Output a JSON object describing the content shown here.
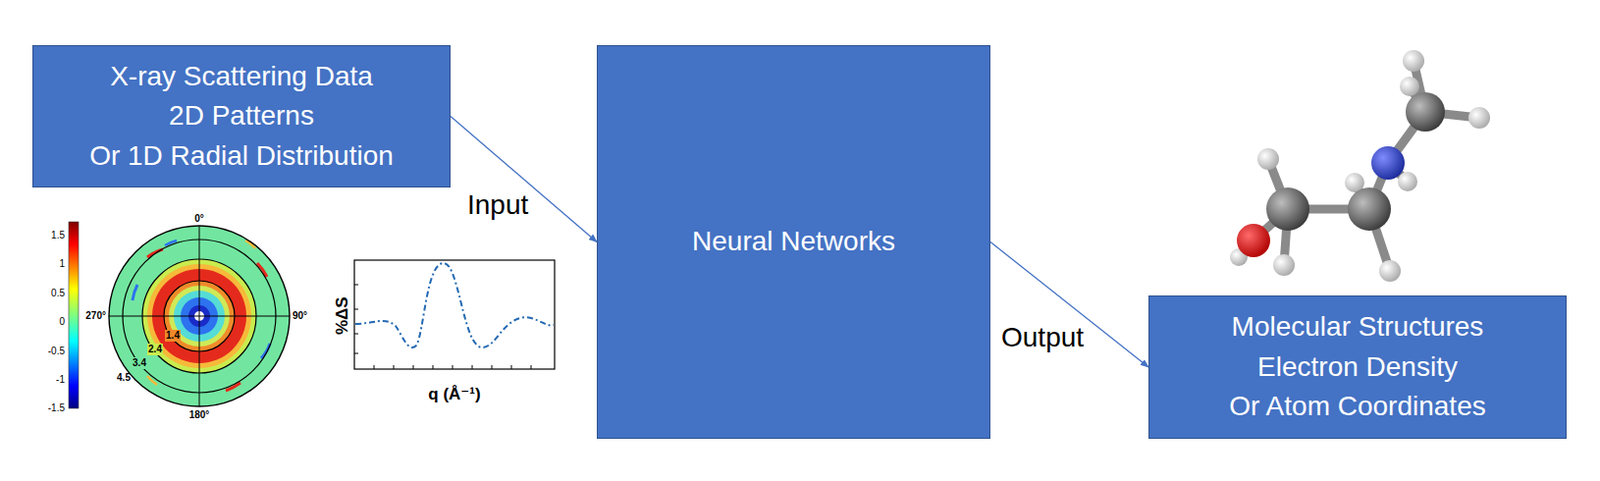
{
  "diagram": {
    "nodes": [
      {
        "text": [
          "X-ray Scattering Data",
          "2D Patterns",
          "Or 1D Radial Distribution"
        ]
      },
      {
        "text": [
          "Neural Networks"
        ]
      },
      {
        "text": [
          "Molecular Structures",
          "Electron Density",
          "Or Atom Coordinates"
        ]
      }
    ],
    "edges": [
      {
        "from": 0,
        "to": 1,
        "arrow": "to",
        "label": "Input"
      },
      {
        "from": 1,
        "to": 2,
        "arrow": "to",
        "label": "Output"
      }
    ],
    "labels": [
      "1.5",
      "1",
      "0.5",
      "0",
      "-0.5",
      "-1",
      "-1.5",
      "0°",
      "90°",
      "180°",
      "270°",
      "1.4",
      "2.4",
      "3.4",
      "4.5",
      "%ΔS",
      "q (Å⁻¹)"
    ]
  }
}
